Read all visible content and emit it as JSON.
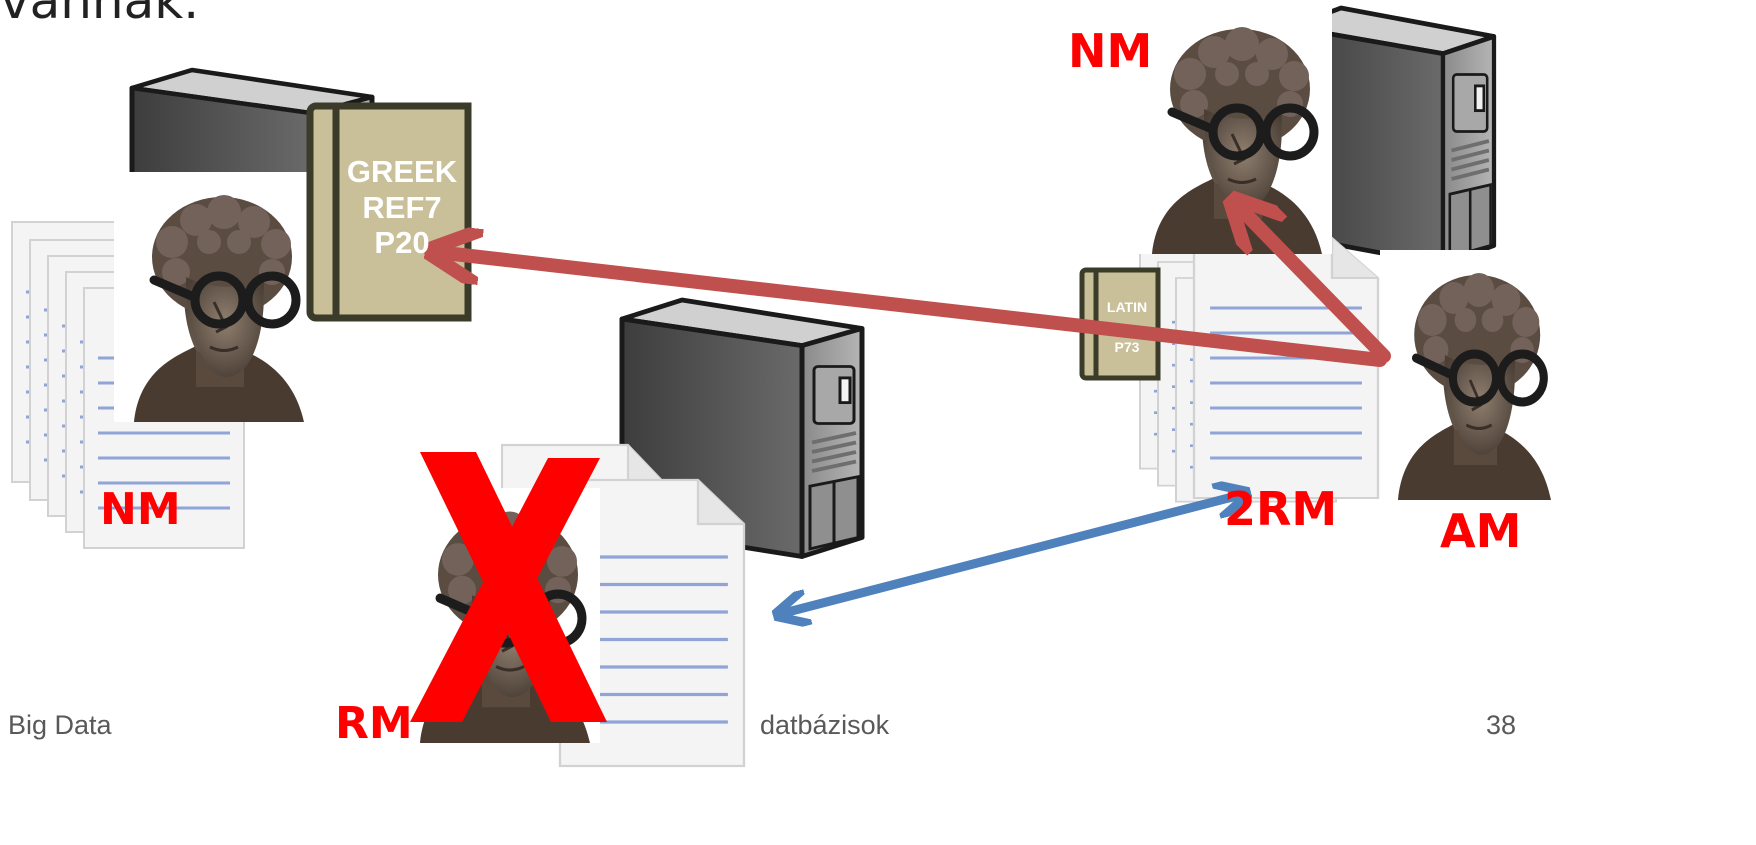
{
  "slide": {
    "heading_fragment": "vannak.",
    "footer_left": "Big Data",
    "footer_center": "datbázisok",
    "page_number": "38"
  },
  "nodes": {
    "left": {
      "label": "NM",
      "book_lines": [
        "GREEK",
        "REF7",
        "P20"
      ]
    },
    "middle": {
      "label": "RM",
      "failed_mark": "X"
    },
    "right": {
      "label_top": "NM",
      "label_bottom": "2RM",
      "book_lines": [
        "LATIN",
        "",
        "P73"
      ]
    },
    "far_right": {
      "label": "AM"
    }
  },
  "colors": {
    "label_red": "#ff0000",
    "arrow_red": "#c0504d",
    "arrow_blue": "#4f81bd",
    "book_fill": "#c9bf98",
    "book_edge": "#3b3b2a",
    "server_dark": "#5a5a5a",
    "server_light": "#9a9a9a"
  },
  "icons": [
    "server-icon",
    "document-stack-icon",
    "bust-with-glasses-icon",
    "book-icon",
    "failure-cross-icon",
    "arrow-icon"
  ]
}
